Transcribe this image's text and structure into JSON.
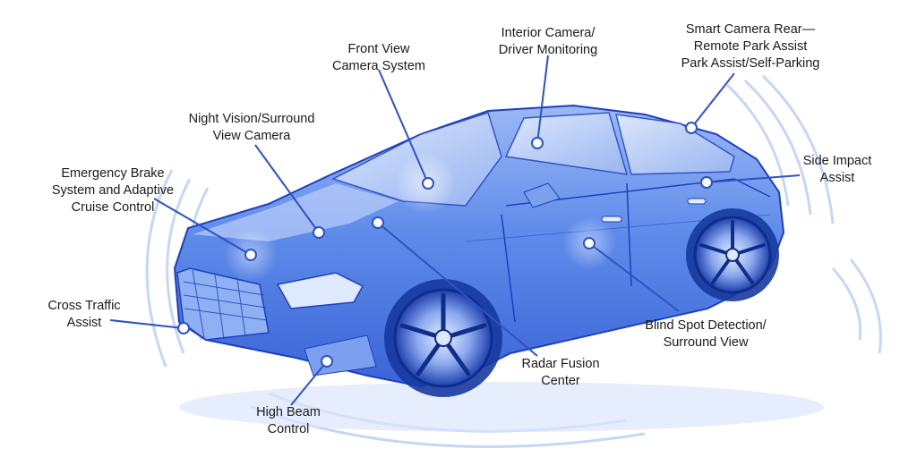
{
  "labels": {
    "front_view_camera": {
      "line1": "Front View",
      "line2": "Camera System"
    },
    "interior_camera": {
      "line1": "Interior Camera/",
      "line2": "Driver Monitoring"
    },
    "smart_camera_rear": {
      "line1": "Smart Camera Rear—",
      "line2": "Remote Park Assist",
      "line3": "Park Assist/Self-Parking"
    },
    "night_vision": {
      "line1": "Night Vision/Surround",
      "line2": "View Camera"
    },
    "emergency_brake": {
      "line1": "Emergency Brake",
      "line2": "System and Adaptive",
      "line3": "Cruise Control"
    },
    "side_impact": {
      "line1": "Side Impact",
      "line2": "Assist"
    },
    "cross_traffic": {
      "line1": "Cross Traffic",
      "line2": "Assist"
    },
    "blind_spot": {
      "line1": "Blind Spot Detection/",
      "line2": "Surround View"
    },
    "radar_fusion": {
      "line1": "Radar Fusion",
      "line2": "Center"
    },
    "high_beam": {
      "line1": "High Beam",
      "line2": "Control"
    }
  },
  "colors": {
    "car_fill": "#4f7fe6",
    "car_stroke": "#1d3fbf",
    "glass": "#c6d8fb",
    "leader": "#2d52c4",
    "sensor_dot": "#ffffff",
    "wave": "#b9cdf3"
  }
}
